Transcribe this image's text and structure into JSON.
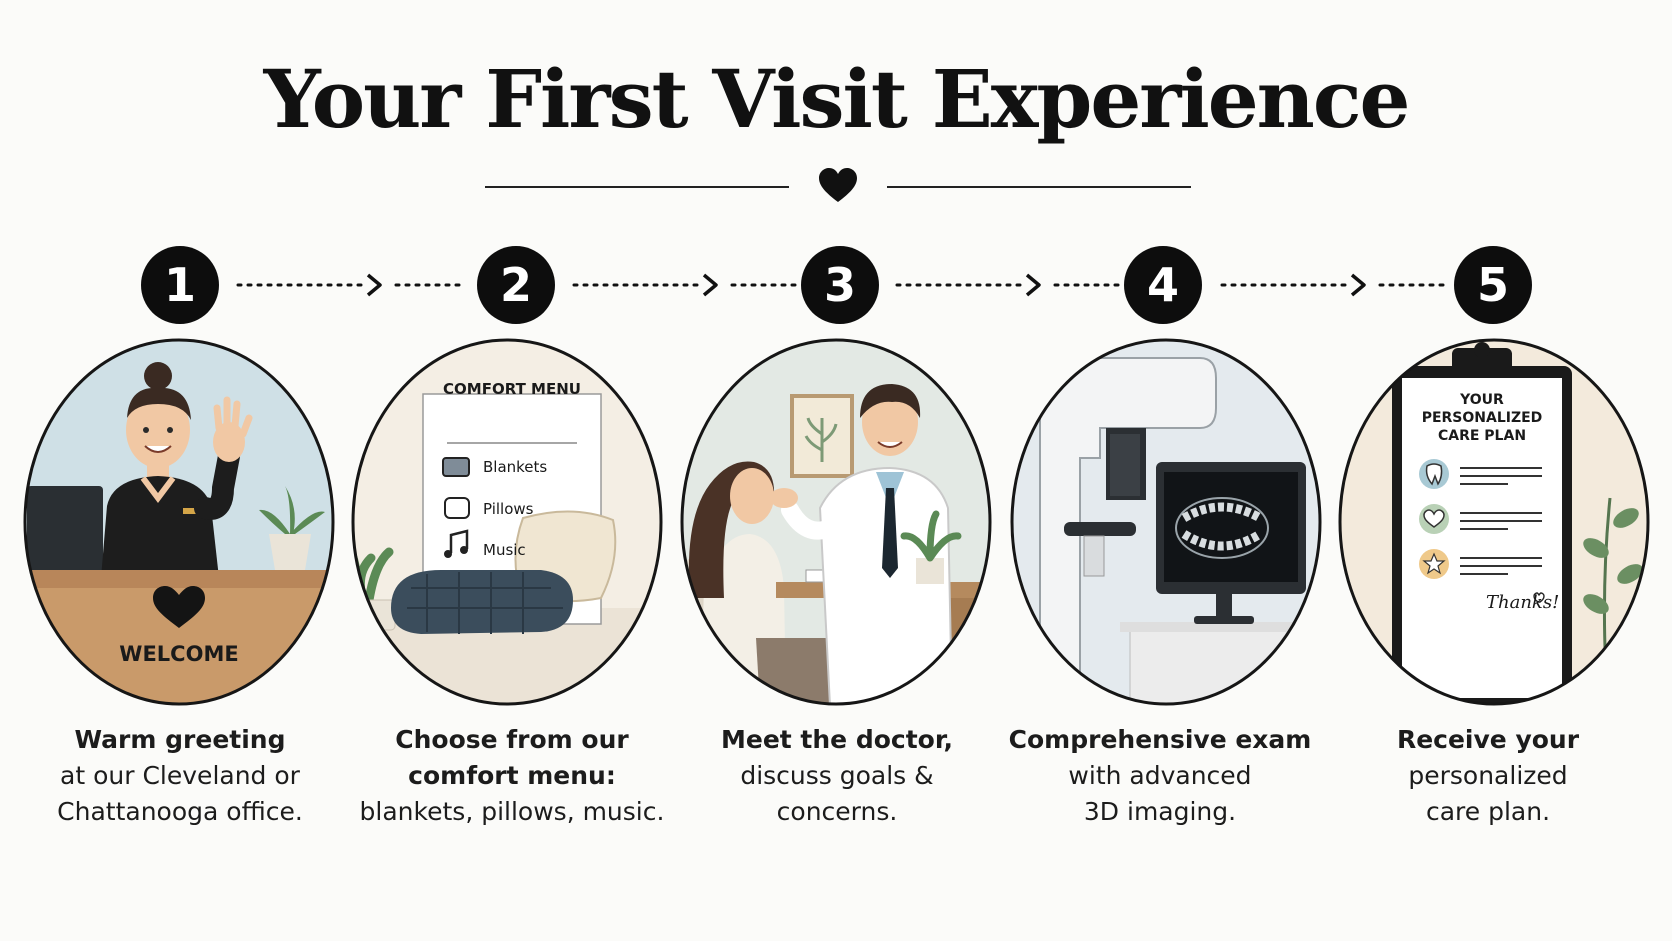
{
  "title": "Your First Visit Experience",
  "colors": {
    "ink": "#111111",
    "background": "#fbfbf9",
    "accent_wood": "#c99a6a",
    "accent_teal": "#3b4d5c"
  },
  "icons": {
    "divider": "heart-icon",
    "connector": "arrow-right-icon"
  },
  "steps": [
    {
      "number": "1",
      "illustration": "receptionist-waving-icon",
      "sign": "WELCOME",
      "bold_lines": [
        "Warm greeting"
      ],
      "lines": [
        "at our Cleveland or",
        "Chattanooga office."
      ]
    },
    {
      "number": "2",
      "illustration": "comfort-menu-icon",
      "menu_title": "COMFORT MENU",
      "menu_items": [
        "Blankets",
        "Pillows",
        "Music"
      ],
      "bold_lines": [
        "Choose from our",
        "comfort menu:"
      ],
      "lines": [
        "blankets, pillows, music."
      ]
    },
    {
      "number": "3",
      "illustration": "doctor-consultation-icon",
      "bold_lines": [
        "Meet the doctor,"
      ],
      "lines": [
        "discuss goals &",
        "concerns."
      ]
    },
    {
      "number": "4",
      "illustration": "3d-imaging-scanner-icon",
      "bold_lines": [
        "Comprehensive exam"
      ],
      "lines": [
        "with advanced",
        "3D imaging."
      ]
    },
    {
      "number": "5",
      "illustration": "care-plan-clipboard-icon",
      "plan_title": [
        "YOUR",
        "PERSONALIZED",
        "CARE PLAN"
      ],
      "signature": "Thanks!",
      "bold_lines": [
        "Receive your"
      ],
      "lines": [
        "personalized",
        "care plan."
      ]
    }
  ]
}
